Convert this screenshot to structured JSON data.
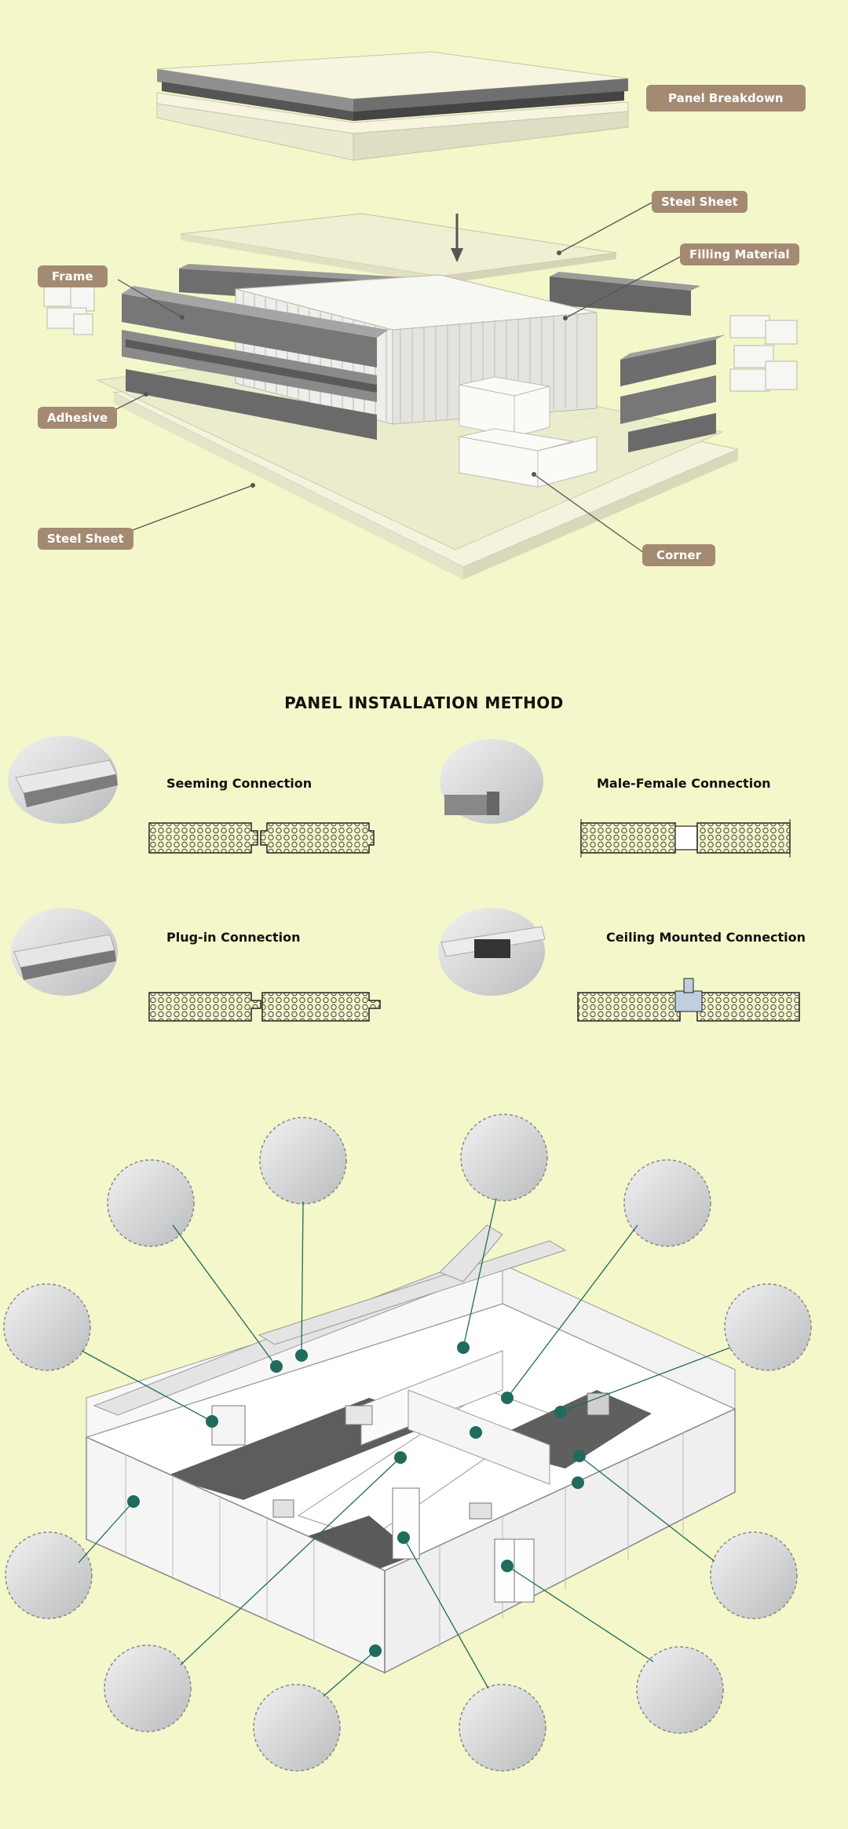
{
  "panel_breakdown": {
    "labels": {
      "panel_breakdown": "Panel Breakdown",
      "steel_sheet_top": "Steel Sheet",
      "filling_material": "Filling Material",
      "frame": "Frame",
      "adhesive": "Adhesive",
      "steel_sheet_bottom": "Steel Sheet",
      "corner": "Corner"
    },
    "label_color": "#a48a72"
  },
  "installation": {
    "title": "PANEL INSTALLATION METHOD",
    "methods": [
      {
        "label": "Seeming Connection"
      },
      {
        "label": "Male-Female Connection"
      },
      {
        "label": "Plug-in Connection"
      },
      {
        "label": "Ceiling Mounted Connection"
      }
    ]
  },
  "cleanroom": {
    "marker_color": "#1f6b5c",
    "callout_count": 14
  },
  "colors": {
    "background": "#f4f7c9",
    "tag": "#a48a72",
    "marker": "#1f6b5c"
  }
}
